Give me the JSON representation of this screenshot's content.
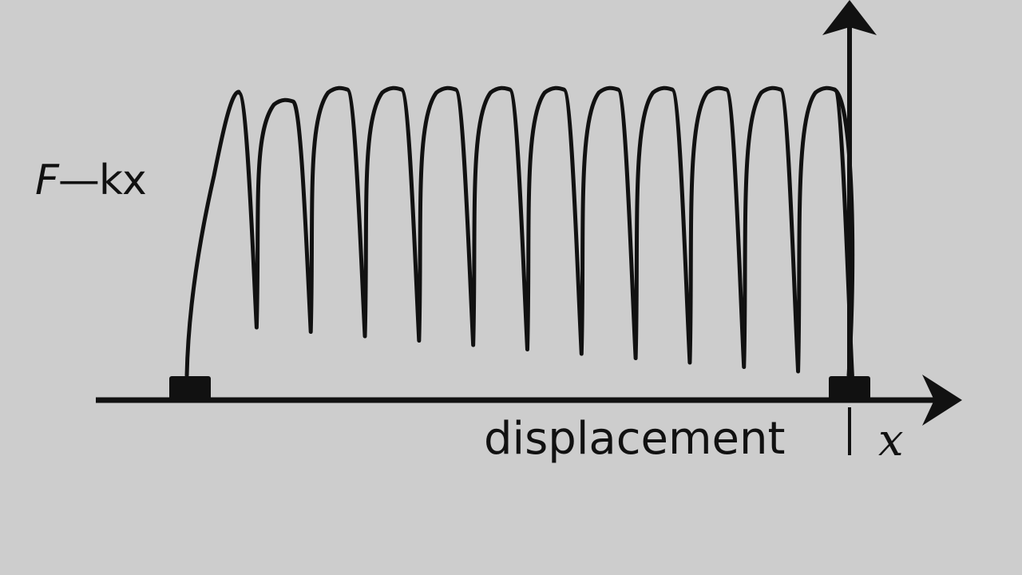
{
  "labels": {
    "force_prefix": "F",
    "force_rest": "—kx",
    "axis_label": "displacement",
    "axis_variable": "x"
  },
  "spring": {
    "coil_count": 12
  },
  "colors": {
    "background": "#cdcdcd",
    "ink": "#111111"
  },
  "icons": {
    "horizontal_axis_head": "arrow-right-icon",
    "vertical_axis_head": "arrow-up-icon"
  }
}
